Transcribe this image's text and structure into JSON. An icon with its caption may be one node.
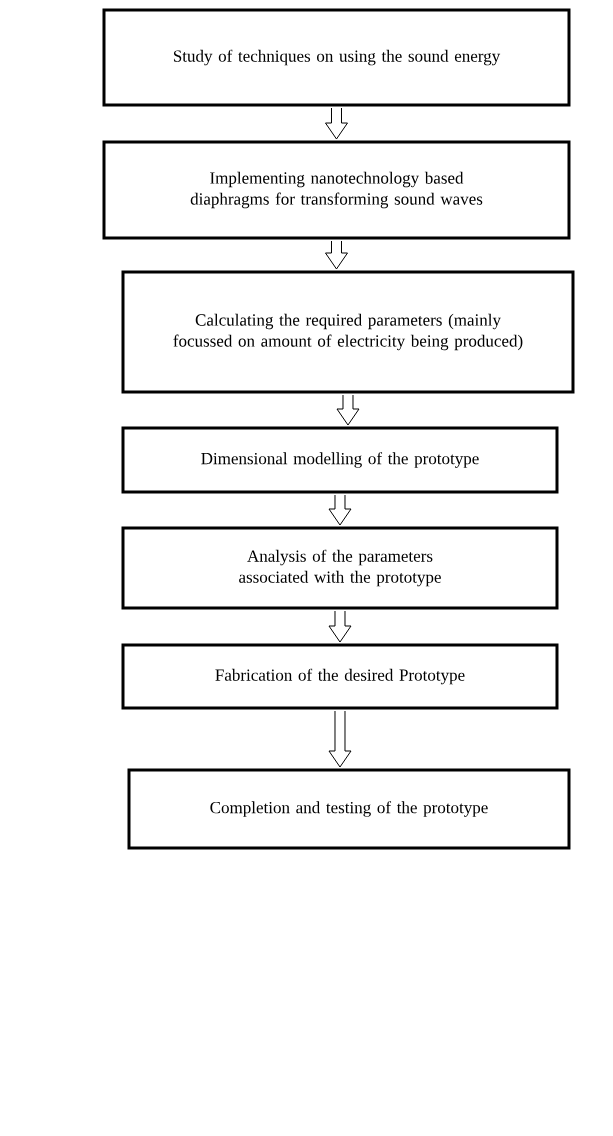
{
  "diagram": {
    "nodes": [
      {
        "text": [
          "Study of techniques on using the sound energy"
        ]
      },
      {
        "text": [
          "Implementing nanotechnology based diaphragms for transforming sound waves"
        ]
      },
      {
        "text": [
          "Calculating the required parameters (mainly focussed on amount of electricity being produced)"
        ]
      },
      {
        "text": [
          "Dimensional modelling of the prototype"
        ]
      },
      {
        "text": [
          "Analysis of the parameters associated with the prototype"
        ]
      },
      {
        "text": [
          "Fabrication of the desired Prototype"
        ]
      },
      {
        "text": [
          "Completion and testing of the prototype"
        ]
      }
    ],
    "edges": [
      {
        "from": 0,
        "to": 1,
        "arrow": "to"
      },
      {
        "from": 1,
        "to": 2,
        "arrow": "to"
      },
      {
        "from": 2,
        "to": 3,
        "arrow": "to"
      },
      {
        "from": 3,
        "to": 4,
        "arrow": "to"
      },
      {
        "from": 4,
        "to": 5,
        "arrow": "to"
      },
      {
        "from": 5,
        "to": 6,
        "arrow": "to"
      }
    ]
  }
}
